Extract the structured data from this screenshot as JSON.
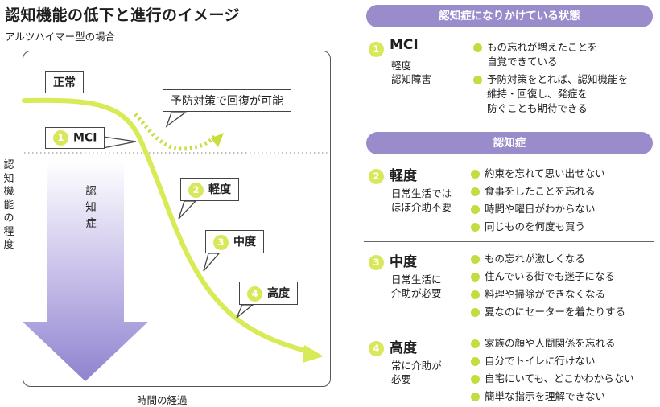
{
  "title": "認知機能の低下と進行のイメージ",
  "subtitle": "アルツハイマー型の場合",
  "diagram": {
    "y_axis_label": "認知機能の程度",
    "x_axis_label": "時間の経過",
    "normal_label": "正常",
    "prevention_label": "予防対策で回復が可能",
    "dementia_arrow_label": "認知症",
    "callouts": [
      {
        "num": "1",
        "label": "MCI"
      },
      {
        "num": "2",
        "label": "軽度"
      },
      {
        "num": "3",
        "label": "中度"
      },
      {
        "num": "4",
        "label": "高度"
      }
    ],
    "colors": {
      "curve": "#d8ea55",
      "arrow": "#9a8fd4",
      "number_badge": "#d9e85a"
    }
  },
  "sections": [
    {
      "header": "認知症になりかけている状態",
      "stages": [
        {
          "num": "1",
          "name": "MCI",
          "desc": [
            "軽度",
            "認知障害"
          ],
          "bullets": [
            [
              "もの忘れが増えたことを",
              "自覚できている"
            ],
            [
              "予防対策をとれば、認知機能を",
              "維持・回復し、発症を",
              "防ぐことも期待できる"
            ]
          ]
        }
      ]
    },
    {
      "header": "認知症",
      "stages": [
        {
          "num": "2",
          "name": "軽度",
          "desc": [
            "日常生活では",
            "ほぼ介助不要"
          ],
          "bullets": [
            [
              "約束を忘れて思い出せない"
            ],
            [
              "食事をしたことを忘れる"
            ],
            [
              "時間や曜日がわからない"
            ],
            [
              "同じものを何度も買う"
            ]
          ]
        },
        {
          "num": "3",
          "name": "中度",
          "desc": [
            "日常生活に",
            "介助が必要"
          ],
          "bullets": [
            [
              "もの忘れが激しくなる"
            ],
            [
              "住んでいる街でも迷子になる"
            ],
            [
              "料理や掃除ができなくなる"
            ],
            [
              "夏なのにセーターを着たりする"
            ]
          ]
        },
        {
          "num": "4",
          "name": "高度",
          "desc": [
            "常に介助が",
            "必要"
          ],
          "bullets": [
            [
              "家族の顔や人間関係を忘れる"
            ],
            [
              "自分でトイレに行けない"
            ],
            [
              "自宅にいても、どこかわからない"
            ],
            [
              "簡単な指示を理解できない"
            ]
          ]
        }
      ]
    }
  ],
  "colors": {
    "header_bg": "#9a8ccb",
    "bullet": "#c3dc3f"
  }
}
